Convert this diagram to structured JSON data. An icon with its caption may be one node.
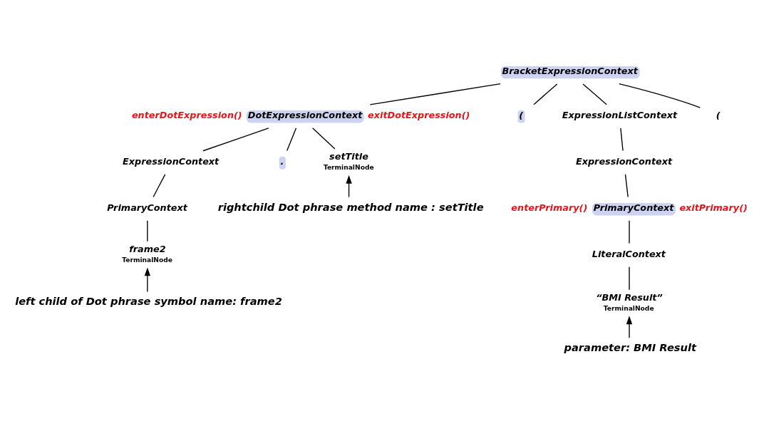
{
  "diagram": {
    "nodes": [
      {
        "text": [
          "BracketExpressionContext"
        ]
      },
      {
        "text": [
          "DotExpressionContext"
        ],
        "beside": [
          "enterDotExpression()",
          "exitDotExpression()"
        ]
      },
      {
        "text": [
          "("
        ]
      },
      {
        "text": [
          "ExpressionListContext"
        ]
      },
      {
        "text": [
          "("
        ]
      },
      {
        "text": [
          "ExpressionContext"
        ]
      },
      {
        "text": [
          "."
        ]
      },
      {
        "text": [
          "setTitle",
          "TerminalNode"
        ]
      },
      {
        "text": [
          "PrimaryContext"
        ]
      },
      {
        "text": [
          "frame2",
          "TerminalNode"
        ]
      },
      {
        "text": [
          "ExpressionContext"
        ]
      },
      {
        "text": [
          "PrimaryContext"
        ],
        "beside": [
          "enterPrimary()",
          "exitPrimary()"
        ]
      },
      {
        "text": [
          "LiteralContext"
        ]
      },
      {
        "text": [
          "“BMI Result”",
          "TerminalNode"
        ]
      },
      {
        "text": [
          "rightchild Dot phrase method name : setTitle"
        ]
      },
      {
        "text": [
          "left child of Dot phrase symbol name: frame2"
        ]
      },
      {
        "text": [
          "parameter: BMI Result"
        ]
      }
    ],
    "edges": [
      {
        "from": 0,
        "to": 1,
        "arrow": "none"
      },
      {
        "from": 0,
        "to": 2,
        "arrow": "none"
      },
      {
        "from": 0,
        "to": 3,
        "arrow": "none"
      },
      {
        "from": 0,
        "to": 4,
        "arrow": "none"
      },
      {
        "from": 1,
        "to": 5,
        "arrow": "none"
      },
      {
        "from": 1,
        "to": 6,
        "arrow": "none"
      },
      {
        "from": 1,
        "to": 7,
        "arrow": "none"
      },
      {
        "from": 5,
        "to": 8,
        "arrow": "none"
      },
      {
        "from": 8,
        "to": 9,
        "arrow": "none"
      },
      {
        "from": 3,
        "to": 10,
        "arrow": "none"
      },
      {
        "from": 10,
        "to": 11,
        "arrow": "none"
      },
      {
        "from": 11,
        "to": 12,
        "arrow": "none"
      },
      {
        "from": 12,
        "to": 13,
        "arrow": "none"
      },
      {
        "from": 14,
        "to": 7,
        "arrow": "to"
      },
      {
        "from": 15,
        "to": 9,
        "arrow": "to"
      },
      {
        "from": 16,
        "to": 13,
        "arrow": "to"
      }
    ]
  }
}
